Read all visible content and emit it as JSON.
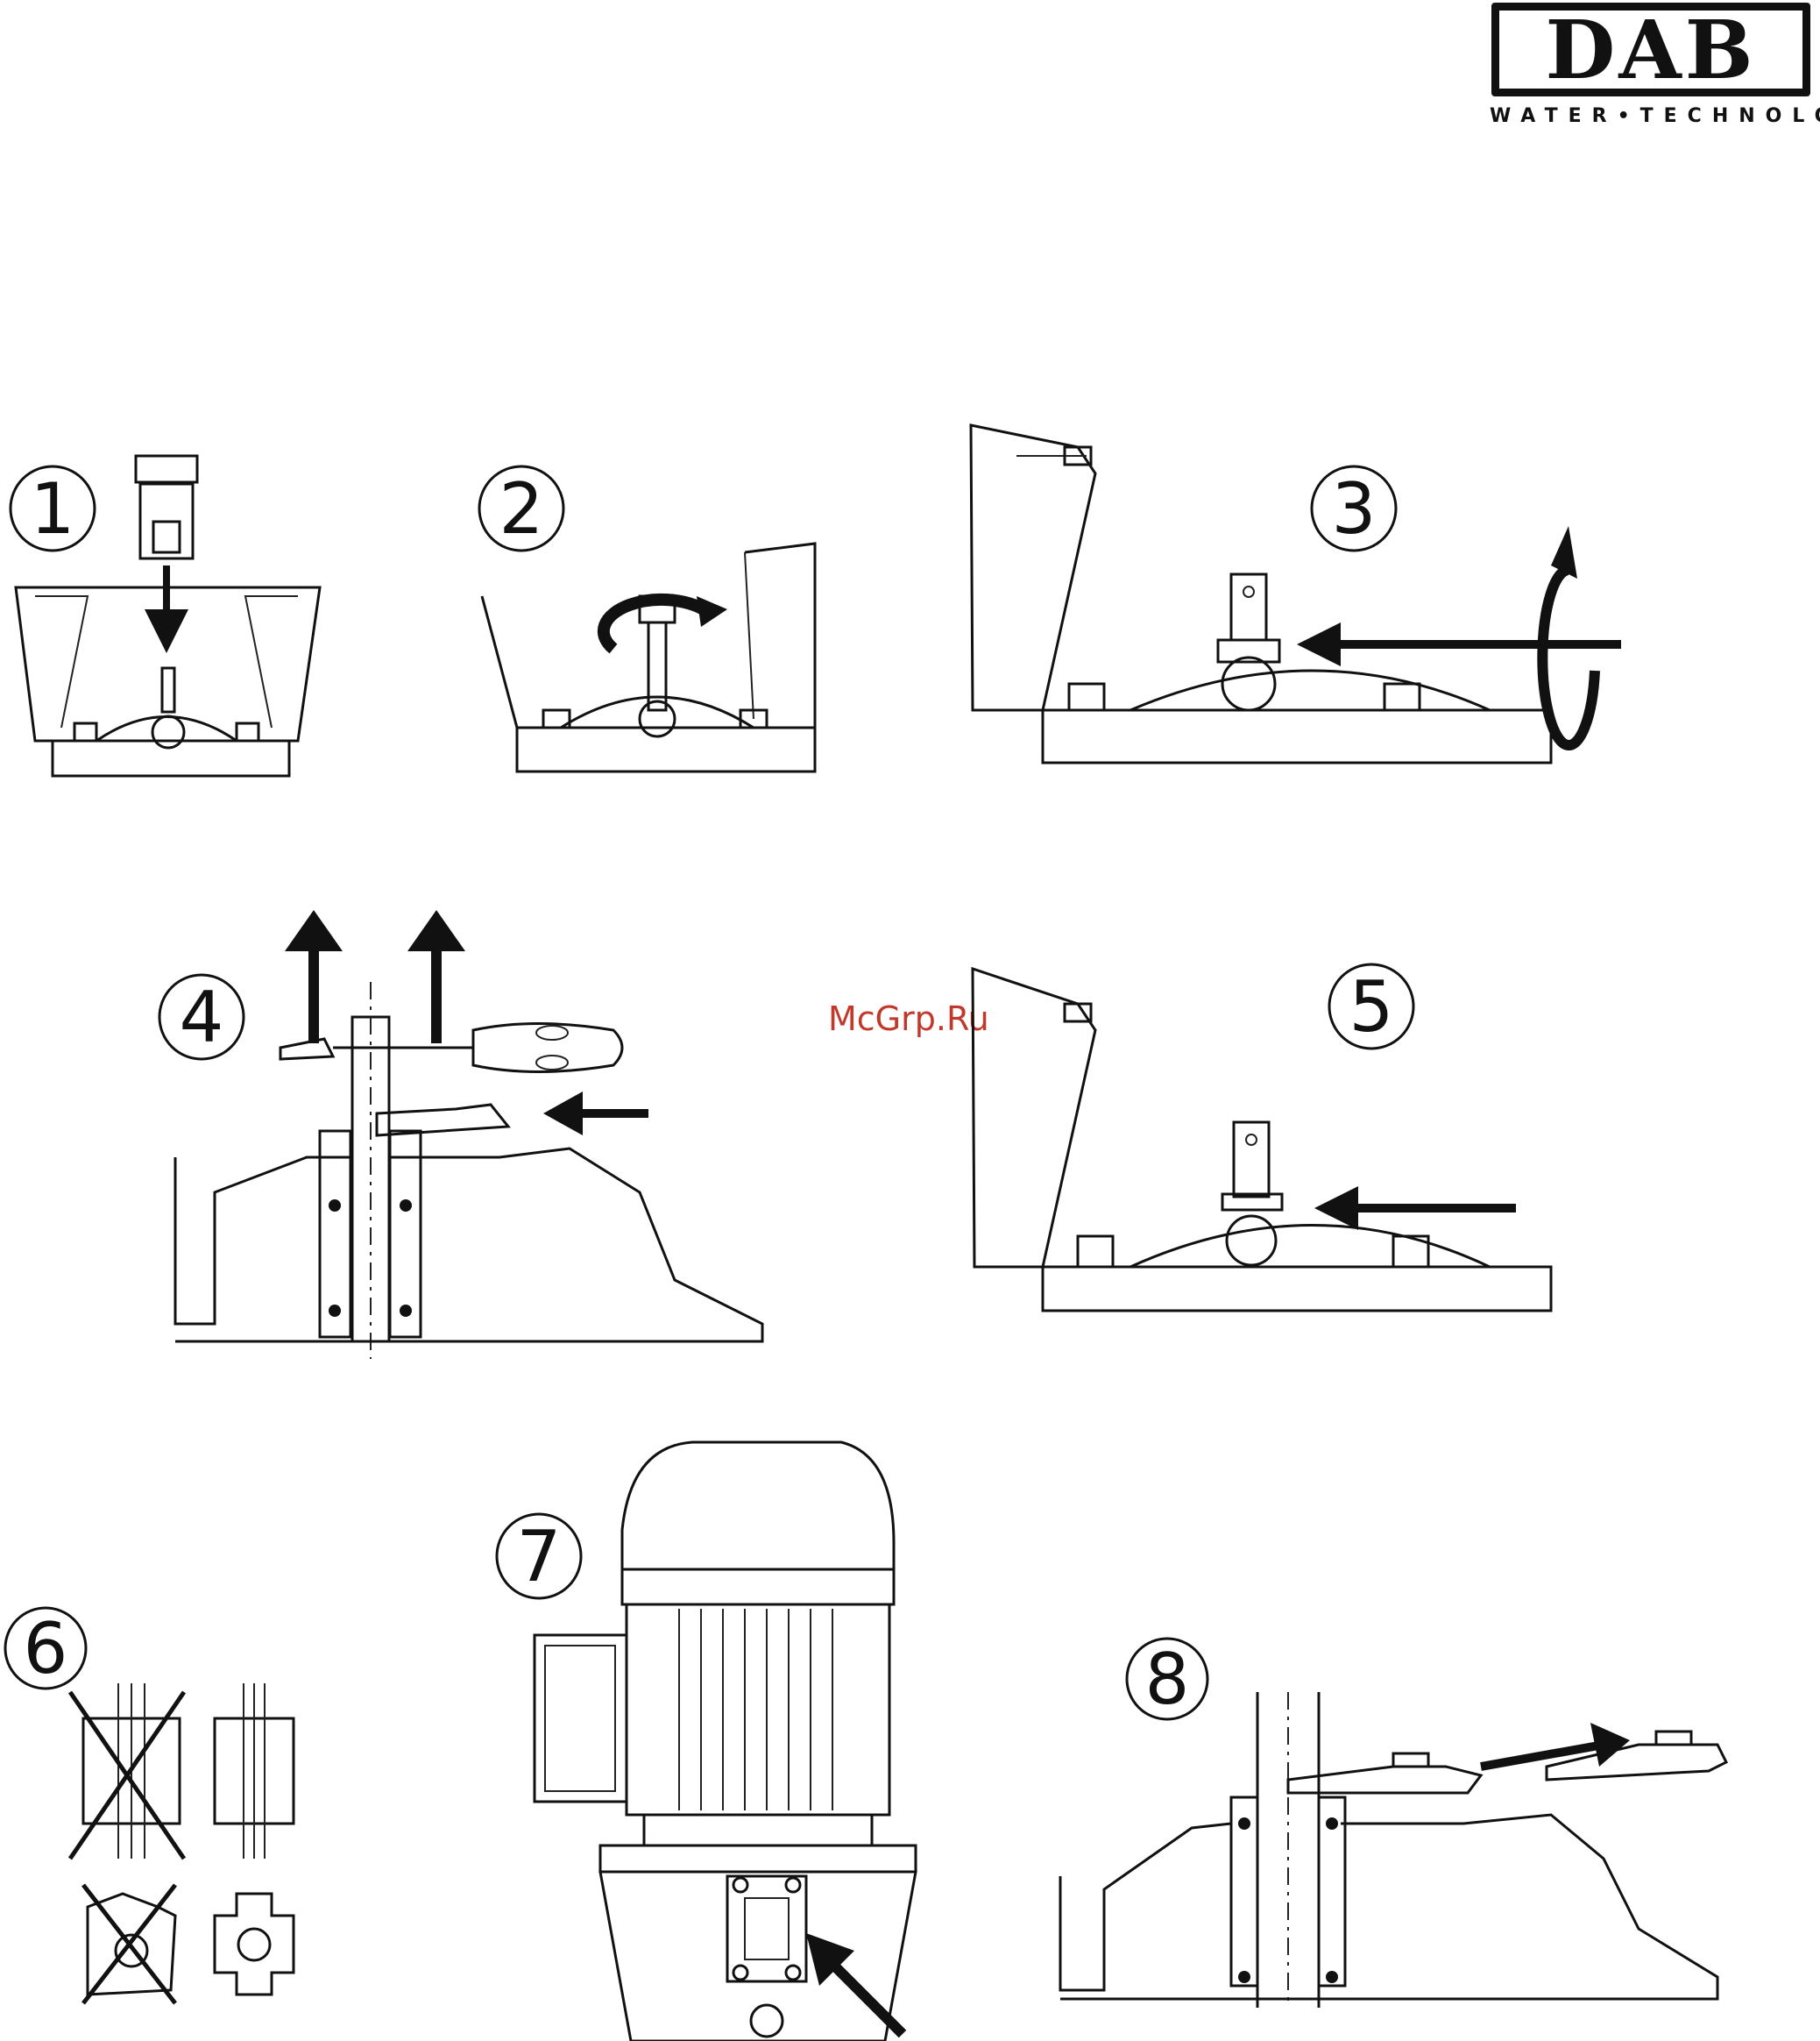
{
  "logo": {
    "brand": "DAB",
    "tagline": "WATER•TECHNOLOGY"
  },
  "watermark": "McGrp.Ru",
  "steps": [
    {
      "number": "1"
    },
    {
      "number": "2"
    },
    {
      "number": "3"
    },
    {
      "number": "4"
    },
    {
      "number": "5"
    },
    {
      "number": "6"
    },
    {
      "number": "7"
    },
    {
      "number": "8"
    }
  ],
  "icons": {
    "arrow": "arrow-icon",
    "rotate": "rotate-icon",
    "screwdriver": "screwdriver-icon",
    "cross": "cross-icon"
  }
}
